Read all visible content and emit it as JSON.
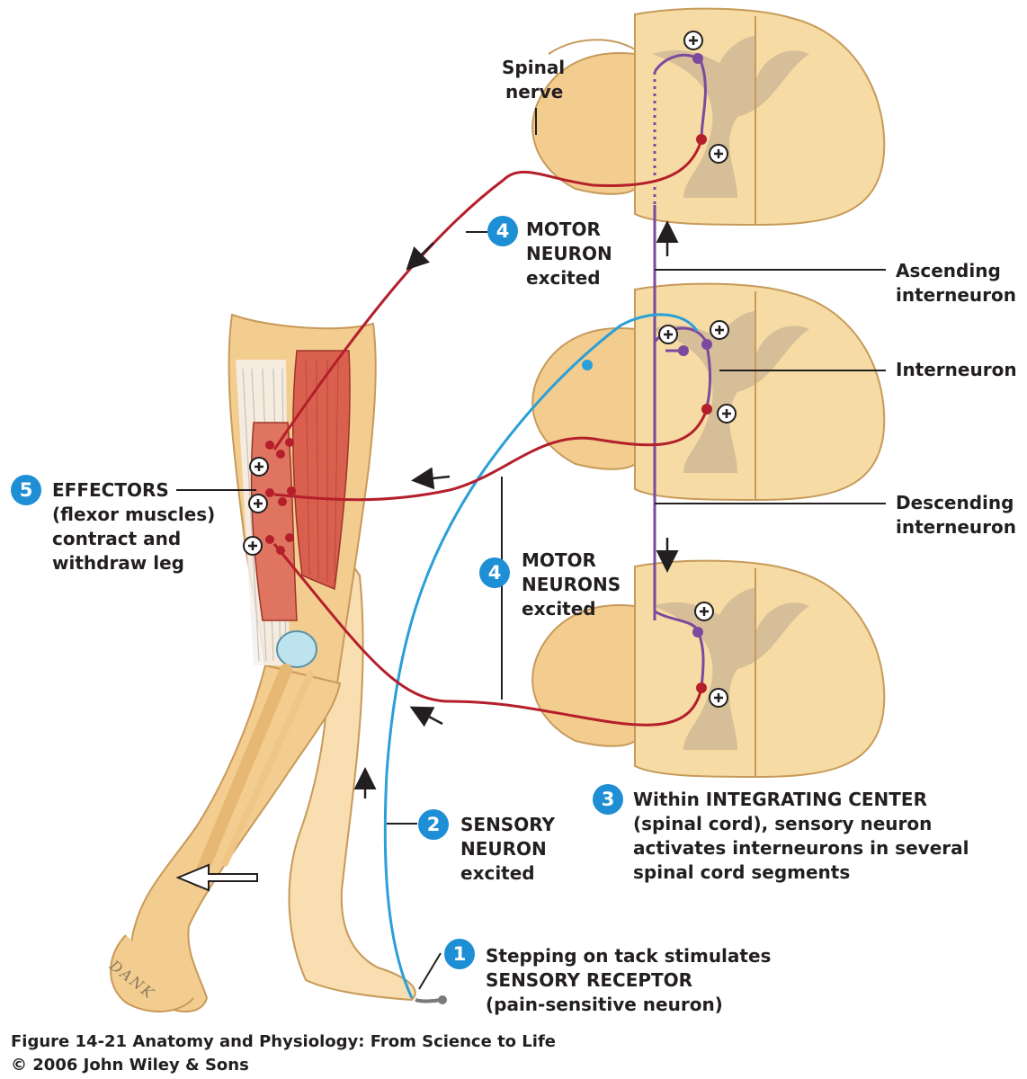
{
  "labels": {
    "spinal_nerve": [
      "Spinal",
      "nerve"
    ],
    "ascending": [
      "Ascending",
      "interneuron"
    ],
    "interneuron": "Interneuron",
    "descending": [
      "Descending",
      "interneuron"
    ]
  },
  "steps": [
    {
      "number": "1",
      "lines": [
        "Stepping on tack stimulates",
        "SENSORY RECEPTOR",
        "(pain-sensitive neuron)"
      ]
    },
    {
      "number": "2",
      "lines": [
        "SENSORY",
        "NEURON",
        "excited"
      ]
    },
    {
      "number": "3",
      "lines": [
        "Within INTEGRATING CENTER",
        "(spinal cord), sensory neuron",
        "activates interneurons in several",
        "spinal cord segments"
      ]
    },
    {
      "number": "4",
      "lines": [
        "MOTOR",
        "NEURON",
        "excited"
      ]
    },
    {
      "number": "4",
      "lines": [
        "MOTOR",
        "NEURONS",
        "excited"
      ]
    },
    {
      "number": "5",
      "lines": [
        "EFFECTORS",
        "(flexor muscles)",
        "contract and",
        "withdraw leg"
      ]
    }
  ],
  "caption": [
    "Figure 14-21  Anatomy and Physiology: From Science to Life",
    "© 2006 John Wiley & Sons"
  ],
  "signature": "DANK",
  "colors": {
    "sensory": "#2a9fd8",
    "motor": "#b51f2b",
    "interneuron": "#7b4a9e",
    "cord_white": "#f6dca4",
    "cord_gray": "#d6bf98",
    "skin": "#f3cd8f",
    "muscle": "#d9604f",
    "step_badge": "#1e8fd5"
  }
}
